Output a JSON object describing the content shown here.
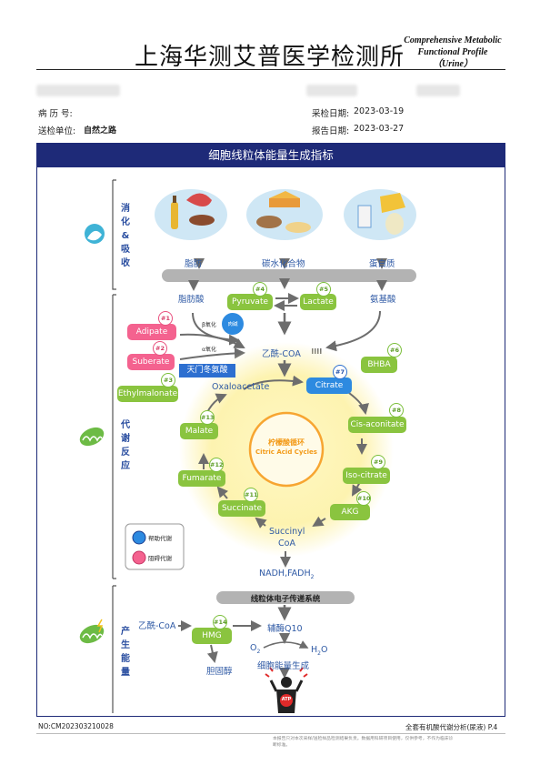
{
  "header": {
    "title_cn": "上海华测艾普医学检测所",
    "title_en_1": "Comprehensive Metabolic",
    "title_en_2": "Functional Profile",
    "title_en_3": "（Urine）",
    "record_label": "病 历 号:",
    "sender_label": "送检单位:",
    "sender_value": "自然之路",
    "collect_label": "采检日期:",
    "collect_date": "2023-03-19",
    "report_label": "报告日期:",
    "report_date": "2023-03-27"
  },
  "banner": "细胞线粒体能量生成指标",
  "sections": {
    "digest": [
      "消",
      "化",
      "&",
      "吸",
      "收"
    ],
    "metab": [
      "代",
      "谢",
      "反",
      "应"
    ],
    "energy": [
      "产",
      "生",
      "能",
      "量"
    ]
  },
  "foods": {
    "fat": "脂肪",
    "carb": "碳水化合物",
    "protein": "蛋白质"
  },
  "products": {
    "fatty_acid": "脂肪酸",
    "amino_acid": "氨基酸"
  },
  "nodes": {
    "pyruvate": "Pyruvate",
    "pyruvate_no": "#4",
    "lactate": "Lactate",
    "lactate_no": "#5",
    "adipate": "Adipate",
    "adipate_no": "#1",
    "suberate": "Suberate",
    "suberate_no": "#2",
    "ethylmalonate": "Ethylmalonate",
    "ethylmalonate_no": "#3",
    "bhba": "BHBA",
    "bhba_no": "#6",
    "citrate": "Citrate",
    "citrate_no": "#7",
    "cis_aconitate": "Cis-aconitate",
    "cis_aconitate_no": "#8",
    "iso_citrate": "Iso-citrate",
    "iso_citrate_no": "#9",
    "akg": "AKG",
    "akg_no": "#10",
    "succinate": "Succinate",
    "succinate_no": "#11",
    "fumarate": "Fumarate",
    "fumarate_no": "#12",
    "malate": "Malate",
    "malate_no": "#13",
    "hmg": "HMG",
    "hmg_no": "#14"
  },
  "labels": {
    "beta_ox": "β氧化",
    "alpha_ox": "α氧化",
    "carnitine": "肉碱",
    "acetyl_coa": "乙酰-COA",
    "asp": "天门冬氨酸",
    "oxaloacetate": "Oxaloacetate",
    "tca_cn": "柠檬酸循环",
    "tca_en": "Citric Acid Cycles",
    "succinyl": "Succinyl",
    "coa": "CoA",
    "nadh": "NADH,FADH",
    "nadh_sub": "2",
    "legend_help": "帮助代谢",
    "legend_block": "阻碍代谢",
    "etc": "线粒体电子传递系统",
    "acetyl_coa2": "乙酰-CoA",
    "coq10": "辅酶Q10",
    "o2": "O",
    "o2_sub": "2",
    "h2o_a": "H",
    "h2o_sub": "2",
    "h2o_b": "O",
    "energy": "细胞能量生成",
    "cholesterol": "胆固醇",
    "atp": "ATP"
  },
  "footer": {
    "no": "NO:CM202303210028",
    "page": "全套有机酸代谢分析(尿液) P.4",
    "disclaimer_1": "本报告只对本次采样/送检样品检测结果负责。数据用科研项目使用，仅供参考，不作为临床诊",
    "disclaimer_2": "断标准。"
  },
  "colors": {
    "navy": "#1e2a78",
    "green": "#8ac43f",
    "pink": "#f4628f",
    "blue": "#2d8ae0",
    "label_blue": "#2f5aa5"
  }
}
